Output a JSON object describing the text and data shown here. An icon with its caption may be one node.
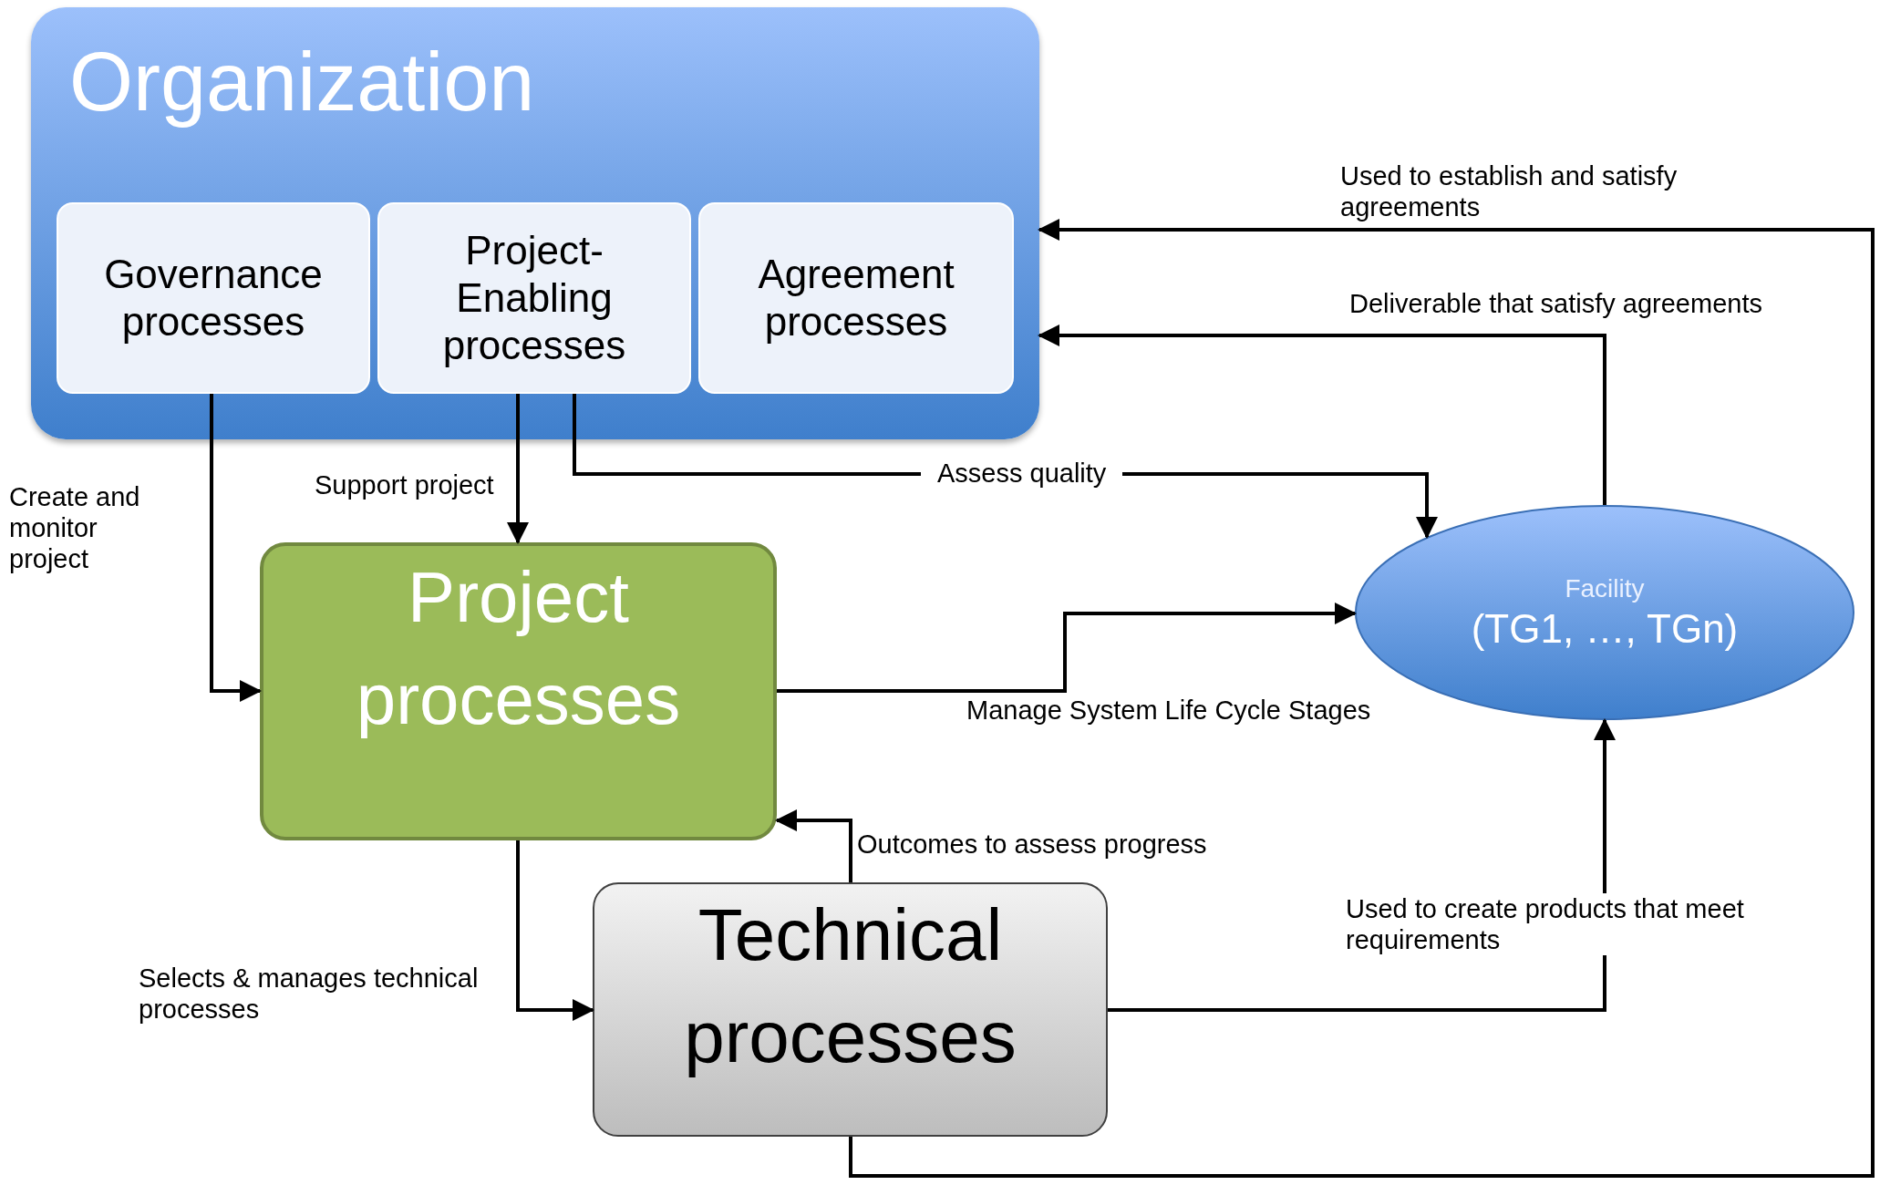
{
  "diagram": {
    "nodes": [
      {
        "text": [
          "Organization"
        ]
      },
      {
        "text": [
          "Governance processes"
        ],
        "in": 0
      },
      {
        "text": [
          "Project-Enabling processes"
        ],
        "in": 0
      },
      {
        "text": [
          "Agreement processes"
        ],
        "in": 0
      },
      {
        "text": [
          "Project processes"
        ]
      },
      {
        "text": [
          "Technical processes"
        ]
      },
      {
        "text": [
          "Facility",
          "(TG1, …, TGn)"
        ]
      }
    ],
    "edges": [
      {
        "from": 1,
        "to": 4,
        "arrow": "to",
        "label": "Create and monitor project"
      },
      {
        "from": 2,
        "to": 4,
        "arrow": "to",
        "label": "Support project"
      },
      {
        "from": 2,
        "to": 6,
        "arrow": "to",
        "label": "Assess quality"
      },
      {
        "from": 4,
        "to": 6,
        "arrow": "to",
        "label": "Manage System Life Cycle Stages"
      },
      {
        "from": 5,
        "to": 4,
        "arrow": "to",
        "label": "Outcomes to assess progress"
      },
      {
        "from": 4,
        "to": 5,
        "arrow": "to",
        "label": "Selects & manages technical processes"
      },
      {
        "from": 5,
        "to": 6,
        "arrow": "to",
        "label": "Used to create products that meet requirements"
      },
      {
        "from": 6,
        "to": 0,
        "arrow": "to",
        "label": "Deliverable that satisfy agreements"
      },
      {
        "from": 5,
        "to": 0,
        "arrow": "to",
        "label": "Used to establish and satisfy agreements"
      }
    ]
  }
}
